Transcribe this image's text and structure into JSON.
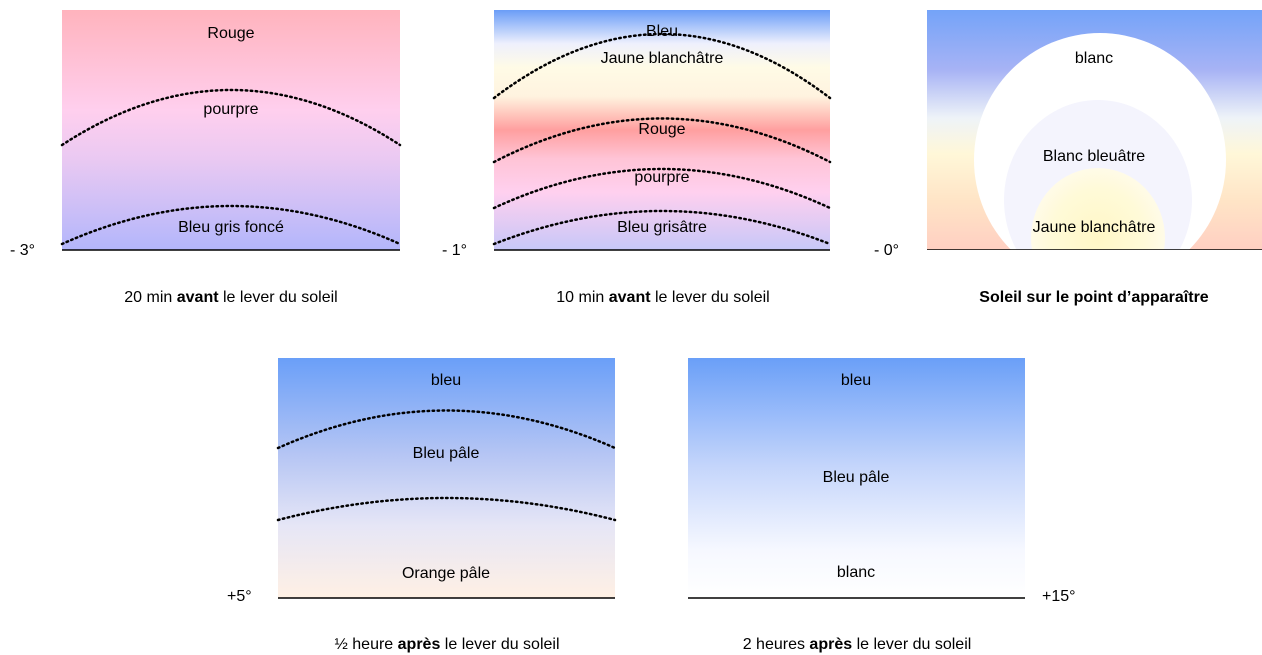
{
  "panels": [
    {
      "degree": "- 3°",
      "labels": [
        "Rouge",
        "pourpre",
        "Bleu gris foncé"
      ],
      "caption": {
        "before": "20 min ",
        "bold": "avant",
        "after": " le lever du soleil"
      }
    },
    {
      "degree": "- 1°",
      "labels": [
        "Bleu",
        "Jaune blanchâtre",
        "Rouge",
        "pourpre",
        "Bleu grisâtre"
      ],
      "caption": {
        "before": "10 min ",
        "bold": "avant",
        "after": " le lever du soleil"
      }
    },
    {
      "degree": "- 0°",
      "labels": [
        "blanc",
        "Blanc bleuâtre",
        "Jaune blanchâtre"
      ],
      "caption": {
        "before": "",
        "bold": "Soleil sur le point d’apparaître",
        "after": ""
      }
    },
    {
      "degree": "+5°",
      "labels": [
        "bleu",
        "Bleu pâle",
        "Orange pâle"
      ],
      "caption": {
        "before": "½ heure ",
        "bold": "après",
        "after": " le lever du soleil"
      }
    },
    {
      "degree": "+15°",
      "labels": [
        "bleu",
        "Bleu pâle",
        "blanc"
      ],
      "caption": {
        "before": "2 heures ",
        "bold": "après",
        "after": " le lever du soleil"
      }
    }
  ]
}
